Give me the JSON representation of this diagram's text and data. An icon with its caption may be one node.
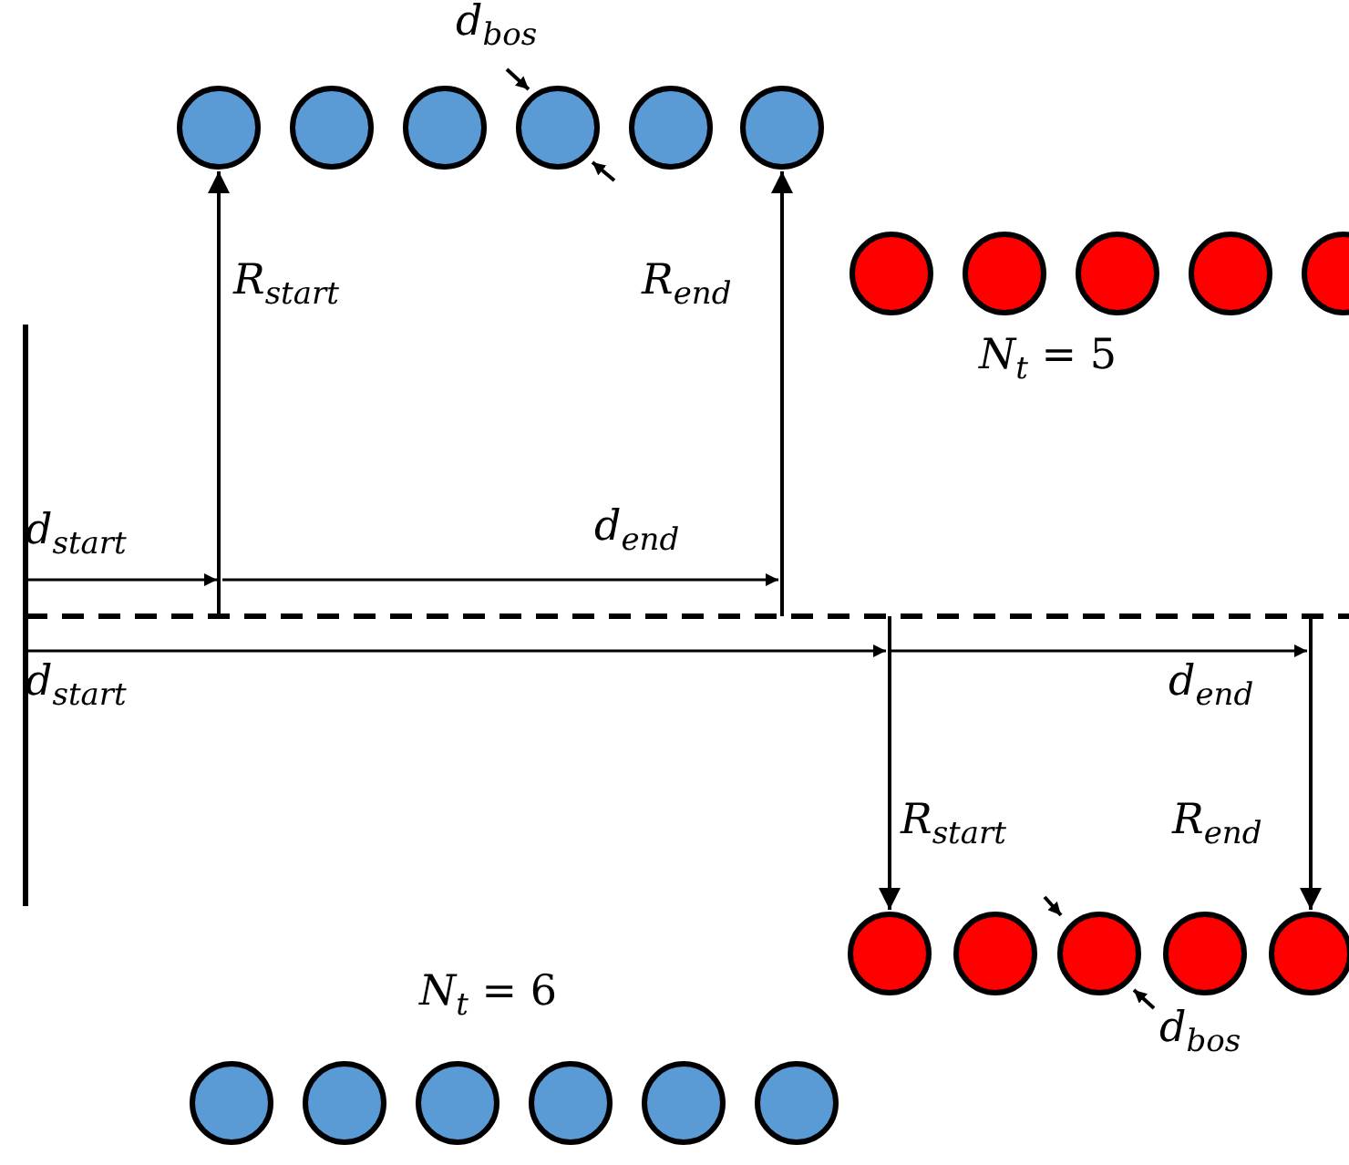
{
  "diagram": {
    "nodes": [
      {
        "text": [],
        "shape": "circle"
      },
      {
        "text": [],
        "shape": "circle"
      },
      {
        "text": [],
        "shape": "circle"
      },
      {
        "text": [],
        "shape": "circle"
      },
      {
        "text": [],
        "shape": "circle"
      },
      {
        "text": [],
        "shape": "circle"
      },
      {
        "text": [],
        "shape": "circle"
      },
      {
        "text": [],
        "shape": "circle"
      },
      {
        "text": [],
        "shape": "circle"
      },
      {
        "text": [],
        "shape": "circle"
      },
      {
        "text": [],
        "shape": "circle"
      },
      {
        "text": [],
        "shape": "circle"
      },
      {
        "text": [],
        "shape": "circle"
      },
      {
        "text": [],
        "shape": "circle"
      },
      {
        "text": [],
        "shape": "circle"
      },
      {
        "text": [],
        "shape": "circle"
      },
      {
        "text": [],
        "shape": "circle"
      },
      {
        "text": [],
        "shape": "circle"
      },
      {
        "text": [],
        "shape": "circle"
      },
      {
        "text": [],
        "shape": "circle"
      },
      {
        "text": [],
        "shape": "circle"
      },
      {
        "text": [],
        "shape": "circle"
      }
    ],
    "edges": [
      {
        "from": null,
        "to": 0,
        "arrow": "to",
        "label": "R$_{start}$"
      },
      {
        "from": null,
        "to": 5,
        "arrow": "to",
        "label": "R$_{end}$"
      },
      {
        "from": null,
        "to": 11,
        "arrow": "to",
        "label": "R$_{start}$"
      },
      {
        "from": null,
        "to": 15,
        "arrow": "to",
        "label": "R$_{end}$"
      }
    ],
    "labels": [
      "d$_{bos}$",
      "*N*$_{t}$ = 5",
      "d$_{start}$",
      "d$_{end}$",
      "d$_{start}$",
      "d$_{end}$",
      "d$_{bos}$",
      "*N*$_{t}$ = 6"
    ]
  }
}
